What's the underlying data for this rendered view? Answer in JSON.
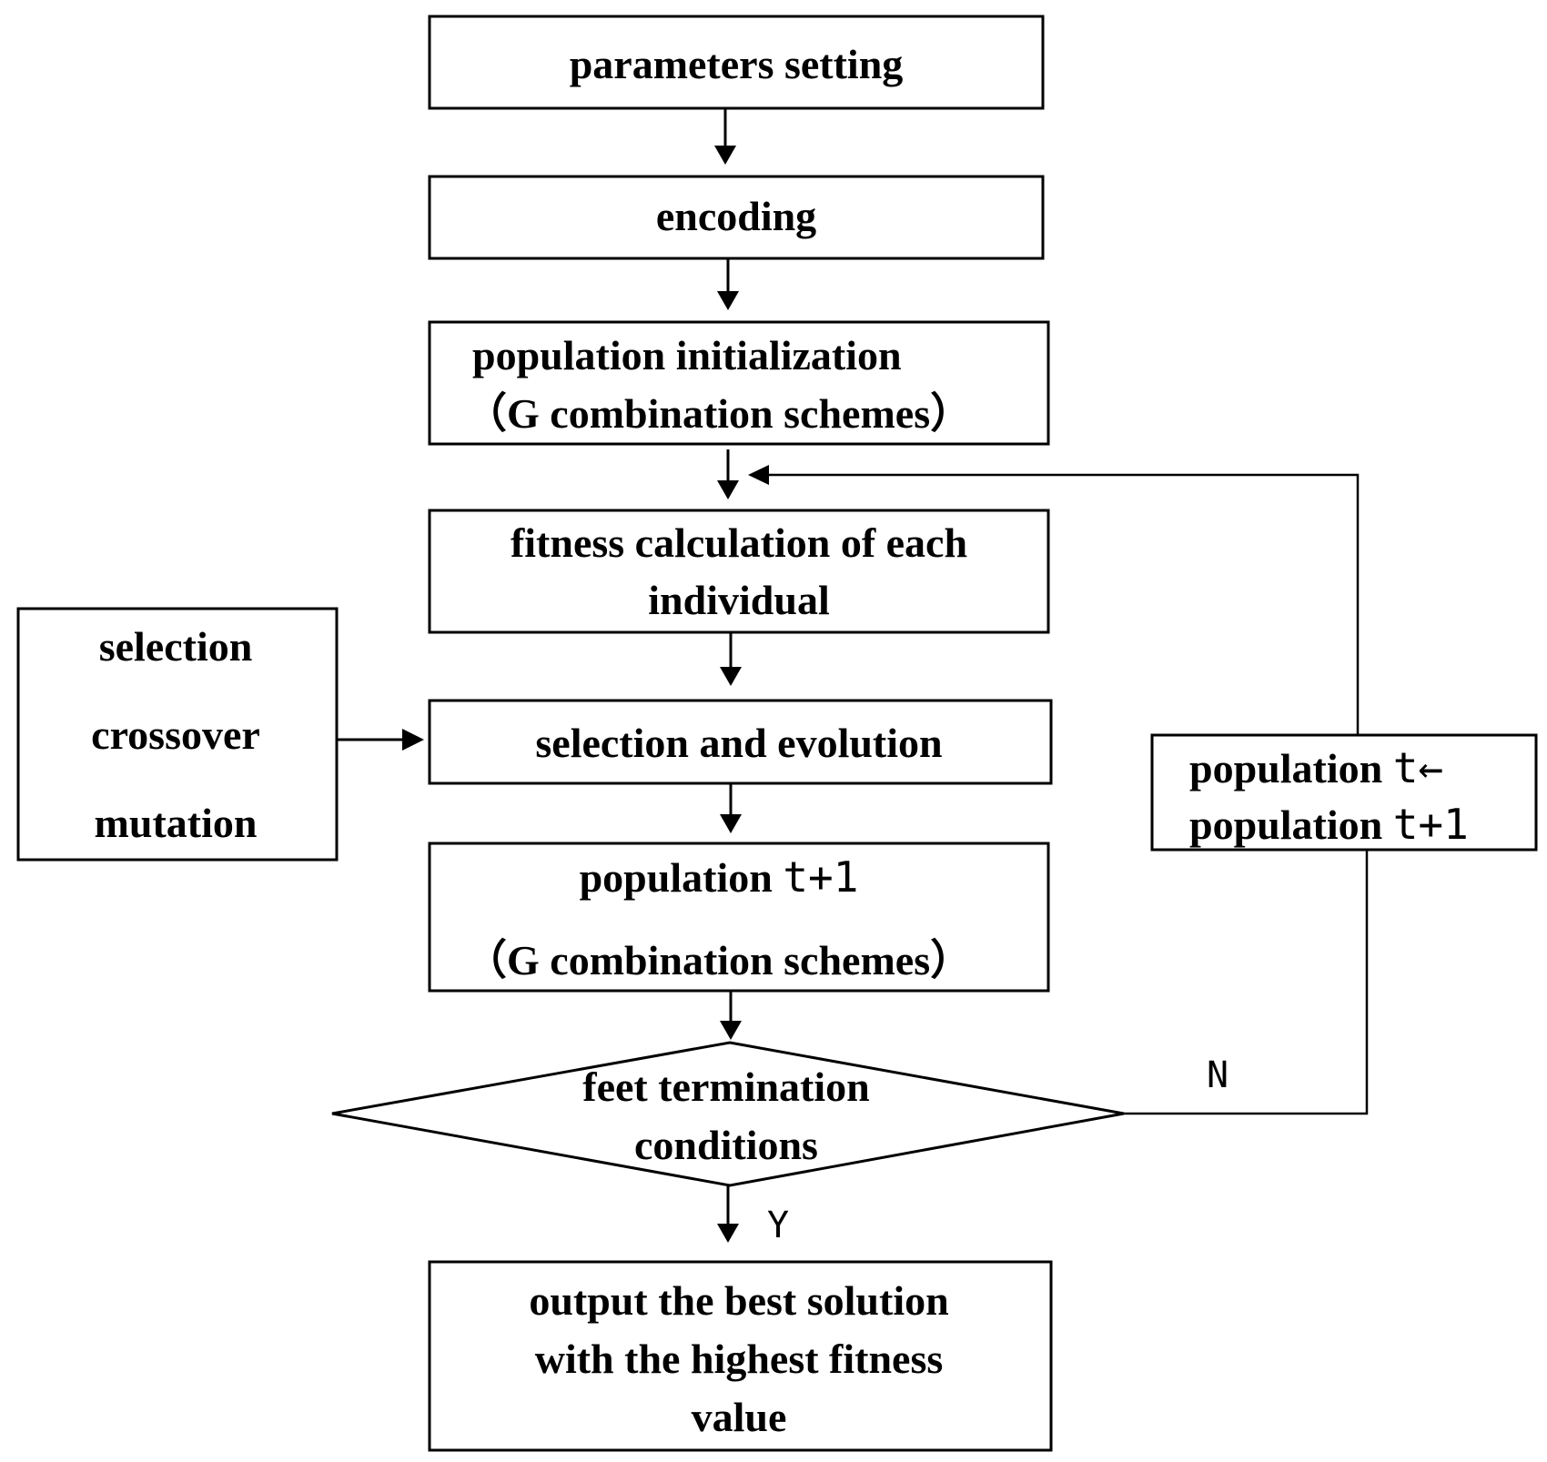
{
  "nodes": {
    "params": "parameters setting",
    "encoding": "encoding",
    "init_line1": "population initialization",
    "init_line2": "（G combination schemes）",
    "fitness_line1": "fitness calculation of each",
    "fitness_line2": "individual",
    "operators_line1": "selection",
    "operators_line2": "crossover",
    "operators_line3": "mutation",
    "evolution": "selection and evolution",
    "next_pop_word": "population ",
    "next_pop_var": "t+1",
    "next_pop_line2": "（G combination schemes）",
    "decision_line1": "feet termination",
    "decision_line2": "conditions",
    "update_word1": "population ",
    "update_var1": "t←",
    "update_word2": "population ",
    "update_var2": "t+1",
    "output_line1": "output the best solution",
    "output_line2": "with the highest fitness",
    "output_line3": "value"
  },
  "edges": {
    "no_label": "N",
    "yes_label": "Y"
  }
}
